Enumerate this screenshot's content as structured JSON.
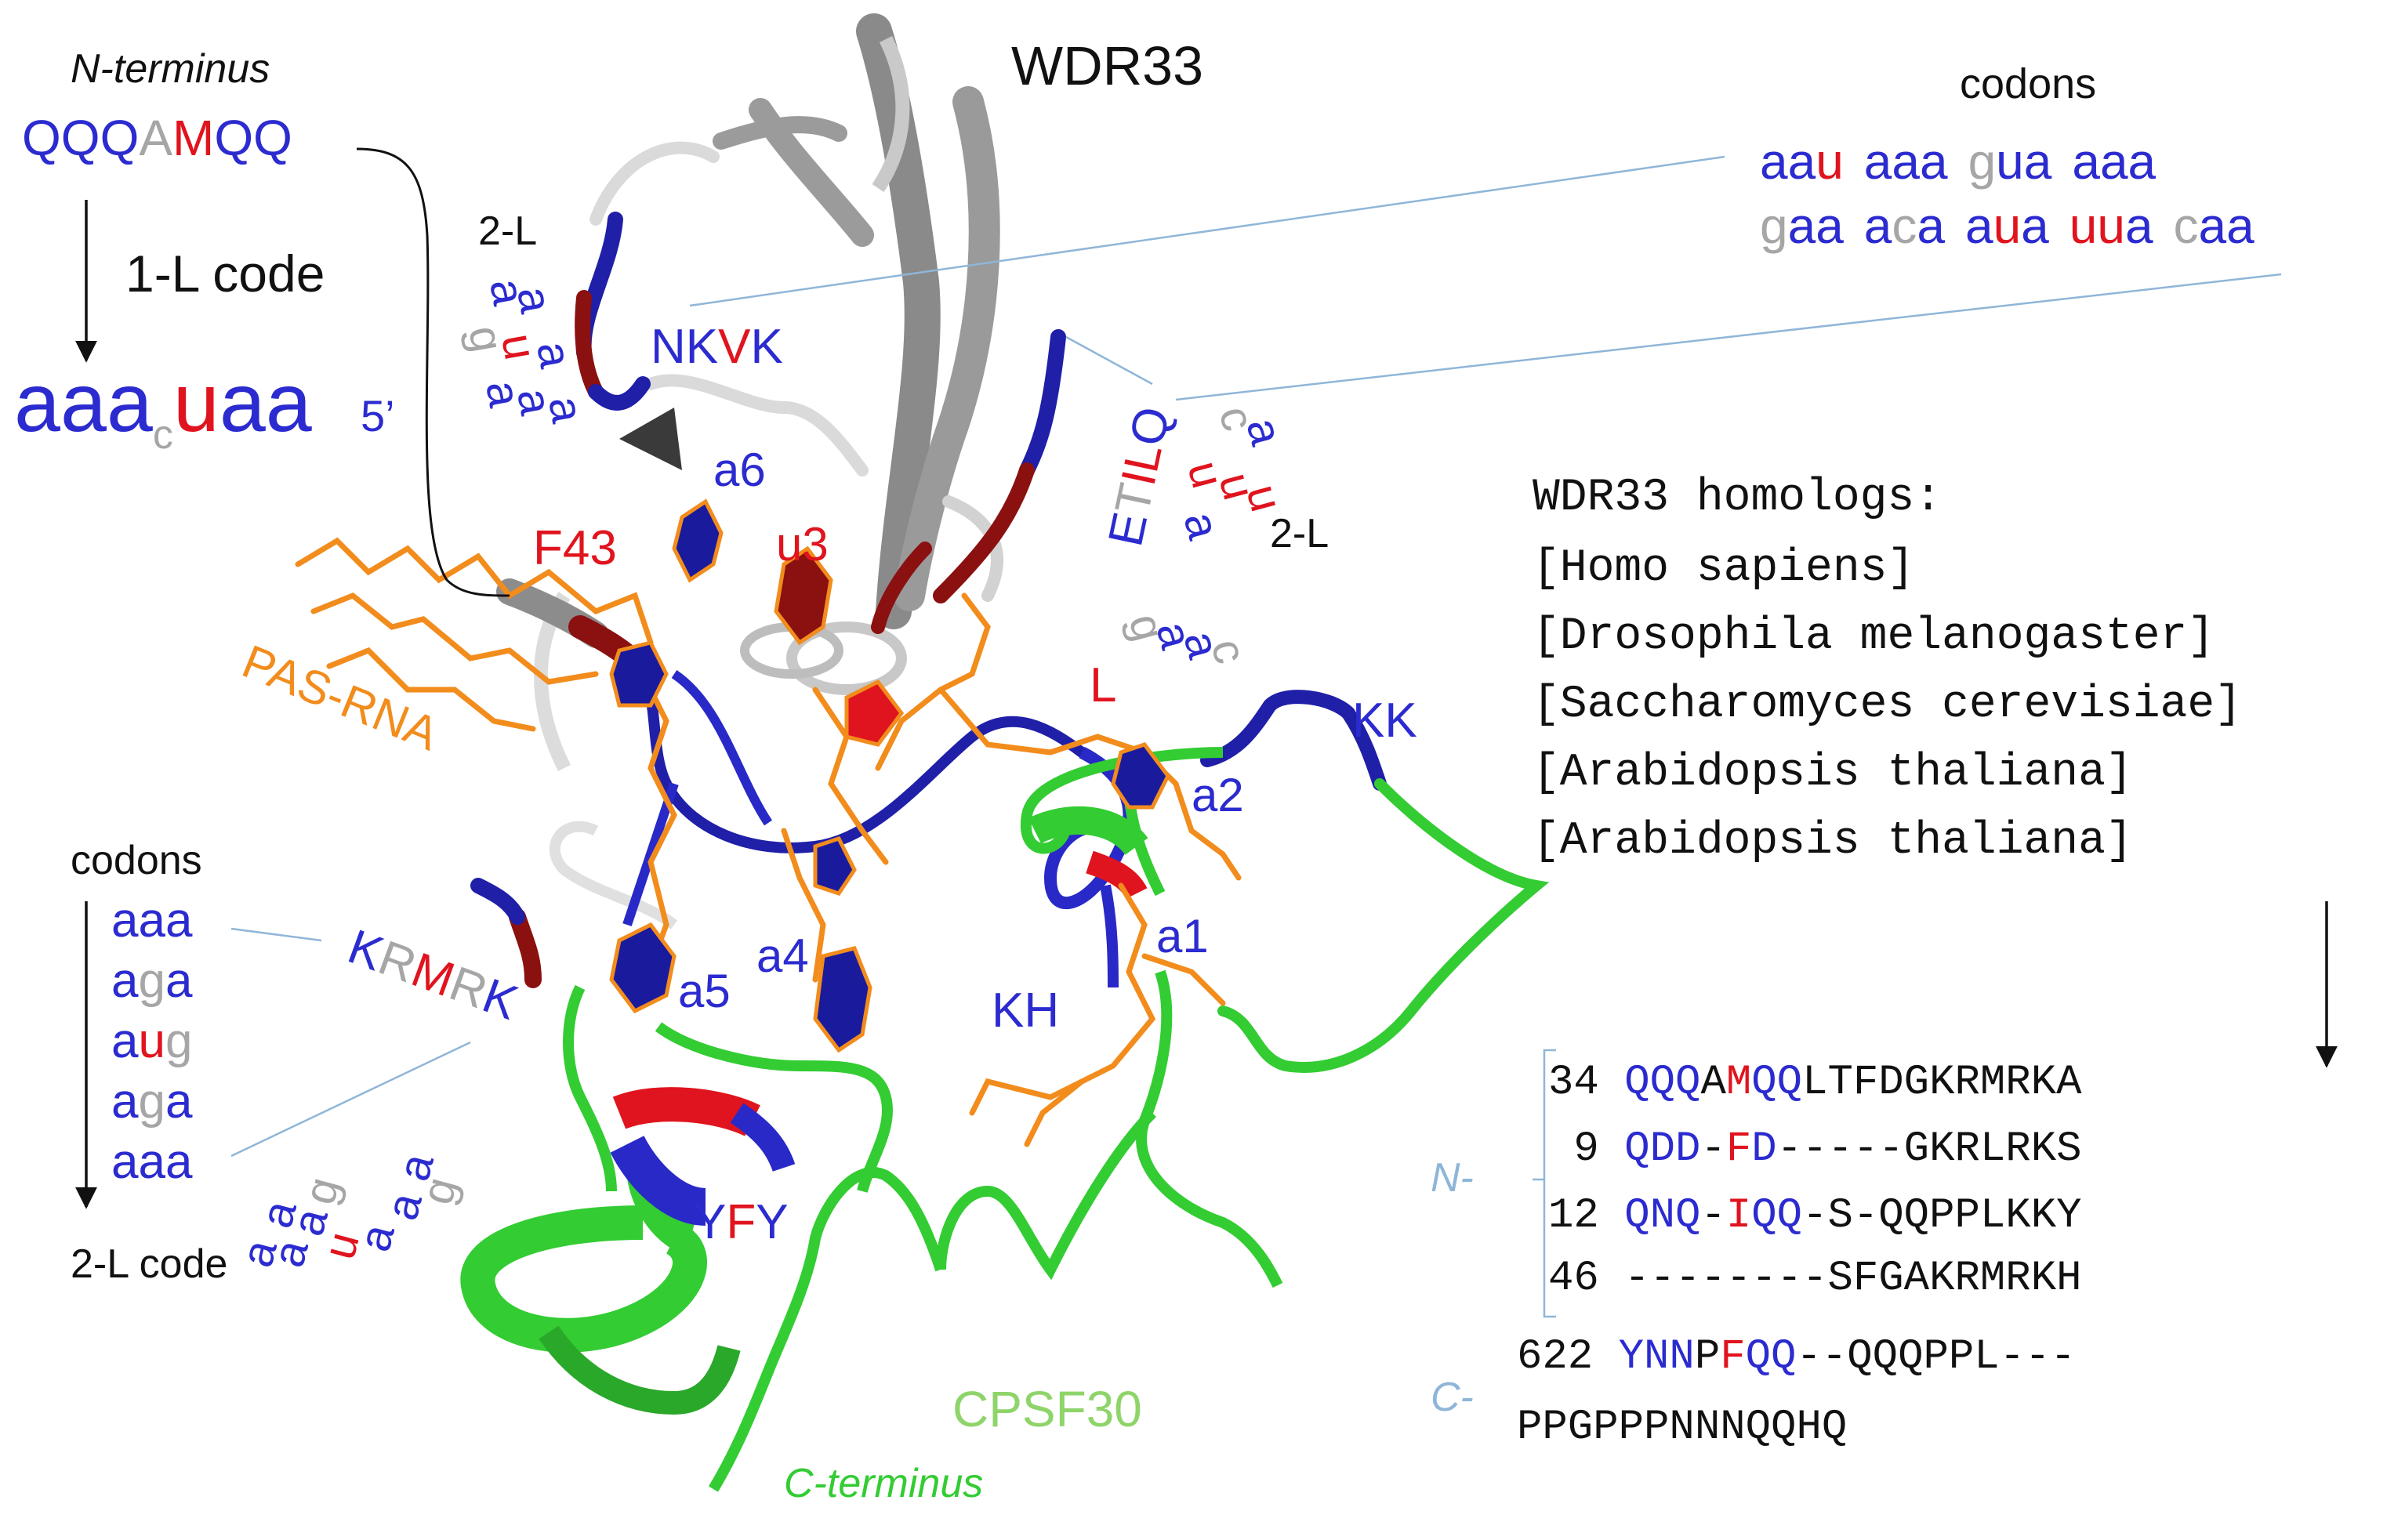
{
  "colors": {
    "blue": "#2b2bd0",
    "red": "#e0141e",
    "grey": "#a6a6a6",
    "black": "#111111",
    "orange": "#f28c1c",
    "green": "#33cc33",
    "lightgreen": "#8fd46a",
    "lightblue": "#8fb6d8",
    "darkred": "#8b1010"
  },
  "labels": {
    "n_terminus": "N-terminus",
    "wdr33": "WDR33",
    "one_l_code": "1-L code",
    "two_l_code": "2-L code",
    "two_l_1": "2-L",
    "two_l_2": "2-L",
    "codons_top": "codons",
    "codons_left": "codons",
    "pas_rna": "PAS-RNA",
    "cpsf30": "CPSF30",
    "c_terminus": "C-terminus",
    "f43": "F43",
    "u3": "u3",
    "a1": "a1",
    "a2": "a2",
    "a4": "a4",
    "a5": "a5",
    "a6": "a6",
    "kh": "KH",
    "kk": "KK",
    "l_label": "L",
    "five_prime": "5’",
    "n_dash": "N-",
    "c_dash": "C-"
  },
  "sequences": {
    "n_seq": [
      {
        "t": "QQQ",
        "c": "blue"
      },
      {
        "t": "A",
        "c": "grey"
      },
      {
        "t": "M",
        "c": "red"
      },
      {
        "t": "QQ",
        "c": "blue"
      }
    ],
    "big_code": [
      {
        "t": "aaa",
        "c": "blue"
      },
      {
        "t": "c",
        "c": "grey"
      },
      {
        "t": "uaa",
        "c": "red_first"
      }
    ],
    "nkvk": [
      {
        "t": "NK",
        "c": "blue"
      },
      {
        "t": "V",
        "c": "red"
      },
      {
        "t": "K",
        "c": "blue"
      }
    ],
    "etilq": [
      {
        "t": "E",
        "c": "blue"
      },
      {
        "t": "T",
        "c": "grey"
      },
      {
        "t": "IL",
        "c": "red"
      },
      {
        "t": "Q",
        "c": "blue"
      }
    ],
    "krmrk": [
      {
        "t": "K",
        "c": "blue"
      },
      {
        "t": "R",
        "c": "grey"
      },
      {
        "t": "M",
        "c": "red"
      },
      {
        "t": "R",
        "c": "grey"
      },
      {
        "t": "K",
        "c": "blue"
      }
    ],
    "yfy": [
      {
        "t": "Y",
        "c": "blue"
      },
      {
        "t": "F",
        "c": "red"
      },
      {
        "t": "Y",
        "c": "blue"
      }
    ]
  },
  "codons_top": {
    "row1": [
      [
        {
          "t": "aa",
          "c": "blue"
        },
        {
          "t": "u",
          "c": "red"
        }
      ],
      [
        {
          "t": "aaa",
          "c": "blue"
        }
      ],
      [
        {
          "t": "g",
          "c": "grey"
        },
        {
          "t": "u",
          "c": "blue"
        },
        {
          "t": "a",
          "c": "blue"
        }
      ],
      [
        {
          "t": "aaa",
          "c": "blue"
        }
      ]
    ],
    "row2": [
      [
        {
          "t": "g",
          "c": "grey"
        },
        {
          "t": "aa",
          "c": "blue"
        }
      ],
      [
        {
          "t": "a",
          "c": "blue"
        },
        {
          "t": "c",
          "c": "grey"
        },
        {
          "t": "a",
          "c": "blue"
        }
      ],
      [
        {
          "t": "a",
          "c": "blue"
        },
        {
          "t": "u",
          "c": "red"
        },
        {
          "t": "a",
          "c": "blue"
        }
      ],
      [
        {
          "t": "uu",
          "c": "red"
        },
        {
          "t": "a",
          "c": "blue"
        }
      ],
      [
        {
          "t": "c",
          "c": "grey"
        },
        {
          "t": "aa",
          "c": "blue"
        }
      ]
    ]
  },
  "codons_left": [
    [
      {
        "t": "aaa",
        "c": "blue"
      }
    ],
    [
      {
        "t": "a",
        "c": "blue"
      },
      {
        "t": "g",
        "c": "grey"
      },
      {
        "t": "a",
        "c": "blue"
      }
    ],
    [
      {
        "t": "a",
        "c": "blue"
      },
      {
        "t": "u",
        "c": "red"
      },
      {
        "t": "g",
        "c": "grey"
      }
    ],
    [
      {
        "t": "a",
        "c": "blue"
      },
      {
        "t": "g",
        "c": "grey"
      },
      {
        "t": "a",
        "c": "blue"
      }
    ],
    [
      {
        "t": "aaa",
        "c": "blue"
      }
    ]
  ],
  "rotated_letters": {
    "left_upper": [
      {
        "t": "a",
        "c": "blue"
      },
      {
        "t": "a",
        "c": "blue"
      },
      {
        "t": "g",
        "c": "grey"
      },
      {
        "t": "u",
        "c": "red"
      },
      {
        "t": "a",
        "c": "blue"
      },
      {
        "t": "a",
        "c": "blue"
      },
      {
        "t": "a",
        "c": "blue"
      },
      {
        "t": "a",
        "c": "blue"
      }
    ],
    "right_upper": [
      {
        "t": "c",
        "c": "grey"
      },
      {
        "t": "a",
        "c": "blue"
      },
      {
        "t": "u",
        "c": "red"
      },
      {
        "t": "u",
        "c": "red"
      },
      {
        "t": "u",
        "c": "red"
      },
      {
        "t": "a",
        "c": "blue"
      },
      {
        "t": "g",
        "c": "grey"
      },
      {
        "t": "a",
        "c": "blue"
      },
      {
        "t": "a",
        "c": "blue"
      },
      {
        "t": "c",
        "c": "grey"
      }
    ],
    "bottom": [
      {
        "t": "a",
        "c": "blue"
      },
      {
        "t": "a",
        "c": "blue"
      },
      {
        "t": "a",
        "c": "blue"
      },
      {
        "t": "a",
        "c": "blue"
      },
      {
        "t": "g",
        "c": "grey"
      },
      {
        "t": "u",
        "c": "red"
      },
      {
        "t": "a",
        "c": "blue"
      },
      {
        "t": "a",
        "c": "blue"
      },
      {
        "t": "a",
        "c": "blue"
      },
      {
        "t": "g",
        "c": "grey"
      }
    ]
  },
  "homologs": {
    "title": "WDR33 homologs:",
    "species": [
      "[Homo sapiens]",
      "[Drosophila melanogaster]",
      "[Saccharomyces cerevisiae]",
      "[Arabidopsis thaliana]",
      "[Arabidopsis thaliana]"
    ]
  },
  "alignment": {
    "rows": [
      {
        "num": "34",
        "segs": [
          {
            "t": "QQQ",
            "c": "blue"
          },
          {
            "t": "A",
            "c": "black"
          },
          {
            "t": "M",
            "c": "red"
          },
          {
            "t": "QQ",
            "c": "blue"
          },
          {
            "t": "LTFDGKRMRKA",
            "c": "black"
          }
        ]
      },
      {
        "num": " 9",
        "segs": [
          {
            "t": "QDD",
            "c": "blue"
          },
          {
            "t": "-",
            "c": "black"
          },
          {
            "t": "F",
            "c": "red"
          },
          {
            "t": "D",
            "c": "blue"
          },
          {
            "t": "-----GKRLRKS",
            "c": "black"
          }
        ]
      },
      {
        "num": "12",
        "segs": [
          {
            "t": "QNQ",
            "c": "blue"
          },
          {
            "t": "-",
            "c": "black"
          },
          {
            "t": "I",
            "c": "red"
          },
          {
            "t": "QQ",
            "c": "blue"
          },
          {
            "t": "-S-QQPPLKKY",
            "c": "black"
          }
        ]
      },
      {
        "num": "46",
        "segs": [
          {
            "t": "--------SFGAKRMRKH",
            "c": "black"
          }
        ]
      },
      {
        "num": "622",
        "segs": [
          {
            "t": "YNN",
            "c": "blue"
          },
          {
            "t": "P",
            "c": "black"
          },
          {
            "t": "F",
            "c": "red"
          },
          {
            "t": "QQ",
            "c": "blue"
          },
          {
            "t": "--QQQPPL---",
            "c": "black"
          }
        ]
      },
      {
        "num": "",
        "segs": [
          {
            "t": "PPGPPPNNNQQHQ",
            "c": "black"
          }
        ]
      }
    ]
  }
}
